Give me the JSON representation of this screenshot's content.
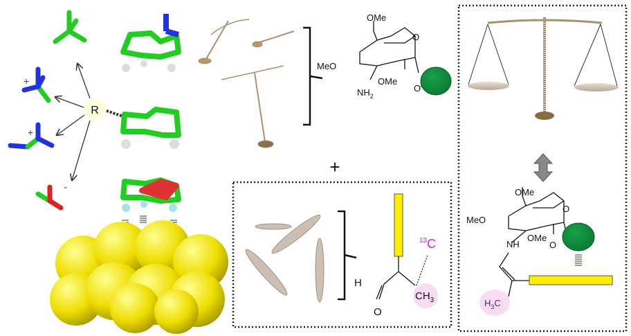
{
  "left_panel": {
    "r_group_label": "R",
    "charge_plus_1": "+",
    "charge_plus_2": "+",
    "charge_minus": "-"
  },
  "top_sugar": {
    "ome_top": "OMe",
    "meo_left": "MeO",
    "ring_o": "O",
    "amine": "NH",
    "amine_sub": "2",
    "ome_mid": "OMe",
    "glyco_o": "O"
  },
  "plus_sign": "+",
  "aldehyde_box": {
    "isotope_sup": "13",
    "isotope_c": "C",
    "h_label": "H",
    "o_label": "O",
    "ch3": "CH",
    "ch3_sub": "3"
  },
  "right_box": {
    "ome_top": "OMe",
    "meo_left": "MeO",
    "ring_o": "O",
    "nh": "NH",
    "ome_mid": "OMe",
    "glyco_o": "O",
    "h3c_h": "H",
    "h3c_sub": "3",
    "h3c_c": "C"
  },
  "colors": {
    "carbon": "#22cc22",
    "nitrogen": "#2233dd",
    "oxygen": "#dd2222",
    "bead": "#0a8a3a",
    "chain": "#ffee00",
    "surface": "#f0e000",
    "isotope": "#e020c0"
  }
}
